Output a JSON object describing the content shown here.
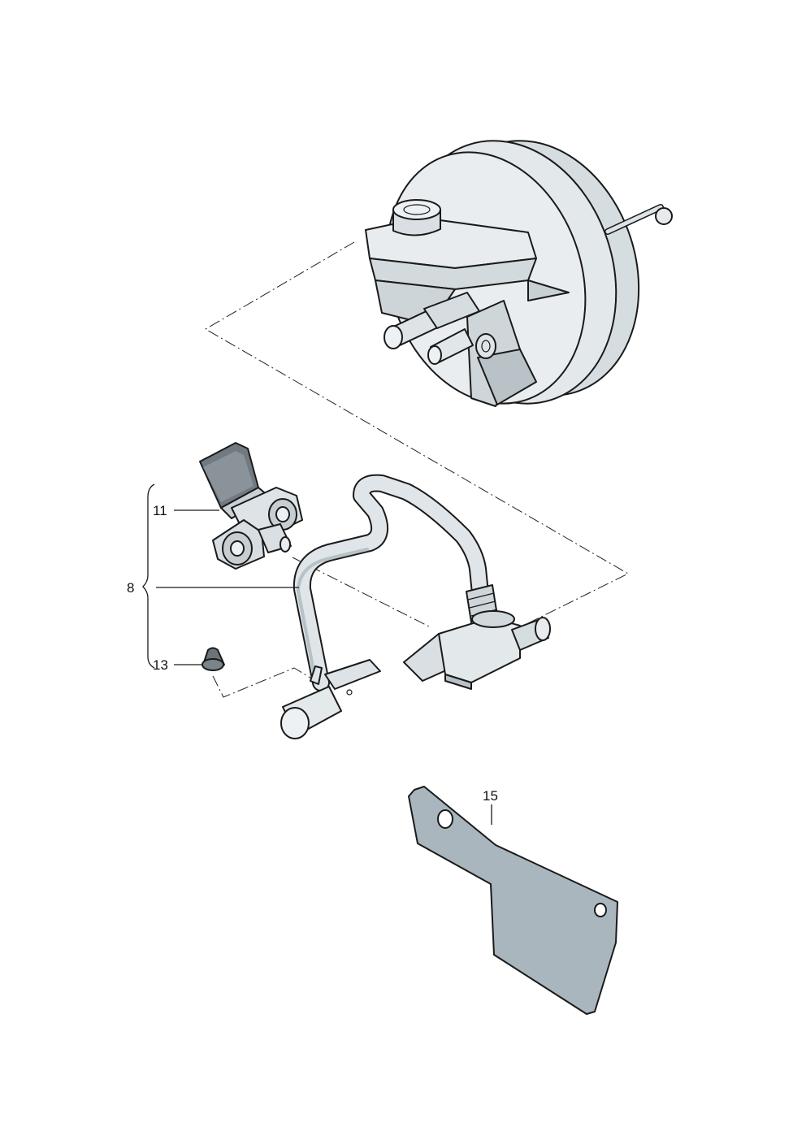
{
  "callouts": {
    "c8": "8",
    "c11": "11",
    "c13": "13",
    "c15": "15"
  },
  "colors": {
    "part_fill": "#e2e7ea",
    "part_shade": "#c6ced3",
    "part_dark": "#aab4ba",
    "plate_fill": "#a9b6bd",
    "sensor_dark": "#6c7479",
    "outline": "#1a1a1a"
  },
  "parts": [
    {
      "id": "brake-booster",
      "icon": "brake-booster-with-master-cylinder"
    },
    {
      "id": "vacuum-hose",
      "icon": "vacuum-line-assembly"
    },
    {
      "id": "pressure-sensor",
      "icon": "vacuum-pressure-sensor"
    },
    {
      "id": "cap",
      "icon": "sealing-cap"
    },
    {
      "id": "heat-shield",
      "icon": "heat-shield-plate"
    }
  ]
}
